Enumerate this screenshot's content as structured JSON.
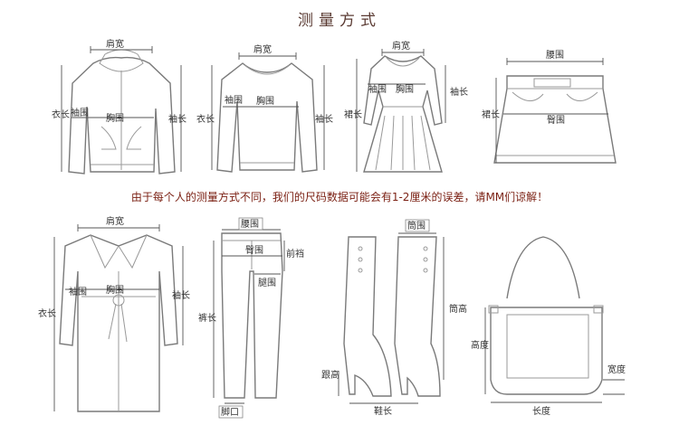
{
  "title": "测量方式",
  "note": "由于每个人的测量方式不同，我们的尺码数据可能会有1-2厘米的误差，请MM们谅解！",
  "items": [
    {
      "name": "hoodie",
      "labels": {
        "shoulder": "肩宽",
        "length": "衣长",
        "sleeve_width": "袖围",
        "chest": "胸围",
        "sleeve_length": "袖长"
      }
    },
    {
      "name": "sweater",
      "labels": {
        "shoulder": "肩宽",
        "length": "衣长",
        "sleeve_width": "袖围",
        "chest": "胸围",
        "sleeve_length": "袖长"
      }
    },
    {
      "name": "dress",
      "labels": {
        "shoulder": "肩宽",
        "length": "裙长",
        "sleeve_width": "袖围",
        "chest": "胸围",
        "sleeve_length": "袖长"
      }
    },
    {
      "name": "skirt",
      "labels": {
        "waist": "腰围",
        "hip": "臀围",
        "length": "裙长"
      }
    },
    {
      "name": "coat",
      "labels": {
        "shoulder": "肩宽",
        "length": "衣长",
        "sleeve_width": "袖围",
        "chest": "胸围",
        "sleeve_length": "袖长"
      }
    },
    {
      "name": "pants",
      "labels": {
        "waist": "腰围",
        "hip": "臀围",
        "rise": "前裆",
        "thigh": "腿围",
        "length": "裤长",
        "hem": "脚口"
      }
    },
    {
      "name": "boots",
      "labels": {
        "calf": "筒围",
        "shaft_height": "筒高",
        "heel_height": "跟高",
        "shoe_length": "鞋长"
      }
    },
    {
      "name": "bag",
      "labels": {
        "height": "高度",
        "width": "宽度",
        "length": "长度"
      }
    }
  ]
}
